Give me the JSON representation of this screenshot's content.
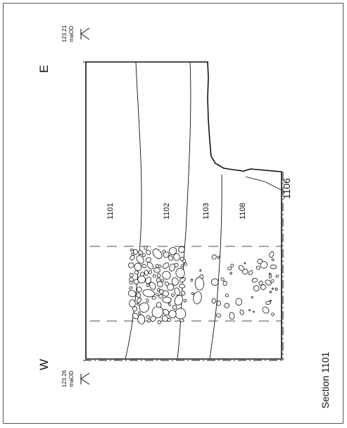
{
  "section": {
    "caption": "Section 1101",
    "west_label": "W",
    "east_label": "E",
    "west_datum": {
      "value": "123.26",
      "unit": "maOD"
    },
    "east_datum": {
      "value": "123.21",
      "unit": "maOD"
    }
  },
  "contexts": [
    {
      "id": "1101"
    },
    {
      "id": "1102"
    },
    {
      "id": "1103"
    },
    {
      "id": "1108"
    },
    {
      "id": "1106"
    }
  ],
  "colors": {
    "line": "#111111",
    "frame": "#555555",
    "background": "#ffffff"
  }
}
